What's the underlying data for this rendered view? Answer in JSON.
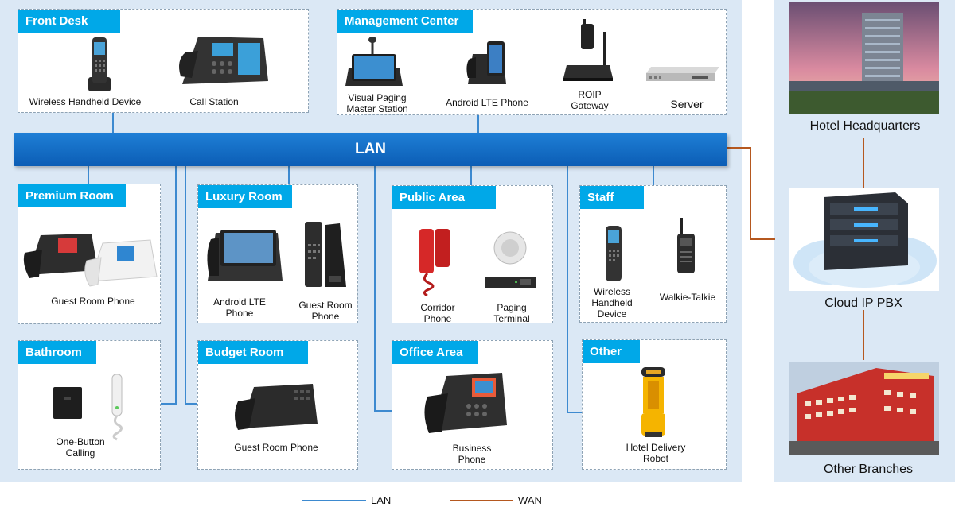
{
  "lan_bar_label": "LAN",
  "zones": {
    "front_desk": {
      "title": "Front Desk",
      "devices": [
        "Wireless Handheld Device",
        "Call Station"
      ]
    },
    "management_center": {
      "title": "Management Center",
      "devices": [
        "Visual Paging\nMaster Station",
        "Android LTE Phone",
        "ROIP\nGateway",
        "Server"
      ]
    },
    "premium_room": {
      "title": "Premium Room",
      "devices": [
        "Guest Room Phone"
      ]
    },
    "luxury_room": {
      "title": "Luxury Room",
      "devices": [
        "Android LTE\nPhone",
        "Guest Room\nPhone"
      ]
    },
    "public_area": {
      "title": "Public Area",
      "devices": [
        "Corridor\nPhone",
        "Paging\nTerminal"
      ]
    },
    "staff": {
      "title": "Staff",
      "devices": [
        "Wireless\nHandheld\nDevice",
        "Walkie-Talkie"
      ]
    },
    "bathroom": {
      "title": "Bathroom",
      "devices": [
        "One-Button\nCalling"
      ]
    },
    "budget_room": {
      "title": "Budget Room",
      "devices": [
        "Guest Room Phone"
      ]
    },
    "office_area": {
      "title": "Office Area",
      "devices": [
        "Business\nPhone"
      ]
    },
    "other": {
      "title": "Other",
      "devices": [
        "Hotel Delivery\nRobot"
      ]
    }
  },
  "remote": {
    "headquarters": "Hotel Headquarters",
    "pbx": "Cloud IP PBX",
    "branches": "Other Branches"
  },
  "legend": {
    "lan": "LAN",
    "wan": "WAN"
  },
  "colors": {
    "lan_line": "#3d8ad0",
    "wan_line": "#b5581f",
    "title_bg": "#00a8e8",
    "lan_bar": "#0b5db5"
  }
}
